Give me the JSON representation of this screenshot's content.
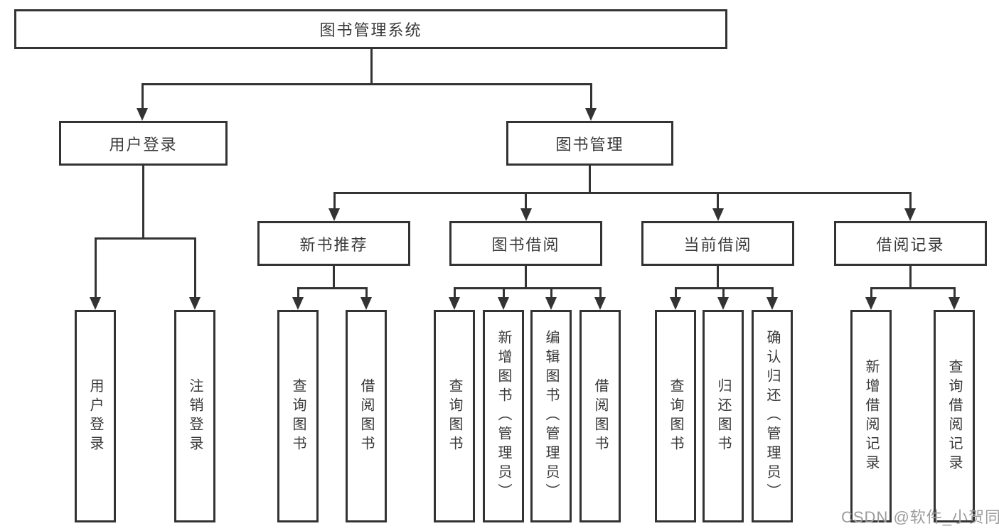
{
  "diagram": {
    "root": {
      "label": "图书管理系统",
      "children": [
        {
          "label": "用户登录",
          "children": [
            {
              "label": "用户登录"
            },
            {
              "label": "注销登录"
            }
          ]
        },
        {
          "label": "图书管理",
          "children": [
            {
              "label": "新书推荐",
              "children": [
                {
                  "label": "查询图书"
                },
                {
                  "label": "借阅图书"
                }
              ]
            },
            {
              "label": "图书借阅",
              "children": [
                {
                  "label": "查询图书"
                },
                {
                  "label": "新增图书（管理员）"
                },
                {
                  "label": "编辑图书（管理员）"
                },
                {
                  "label": "借阅图书"
                }
              ]
            },
            {
              "label": "当前借阅",
              "children": [
                {
                  "label": "查询图书"
                },
                {
                  "label": "归还图书"
                },
                {
                  "label": "确认归还（管理员）"
                }
              ]
            },
            {
              "label": "借阅记录",
              "children": [
                {
                  "label": "新增借阅记录"
                },
                {
                  "label": "查询借阅记录"
                }
              ]
            }
          ]
        }
      ]
    }
  },
  "watermark": "CSDN @软件_小贺同学",
  "colors": {
    "line": "#333333",
    "text": "#3a3a3a",
    "watermark": "#9c9c9c",
    "background": "#ffffff"
  }
}
